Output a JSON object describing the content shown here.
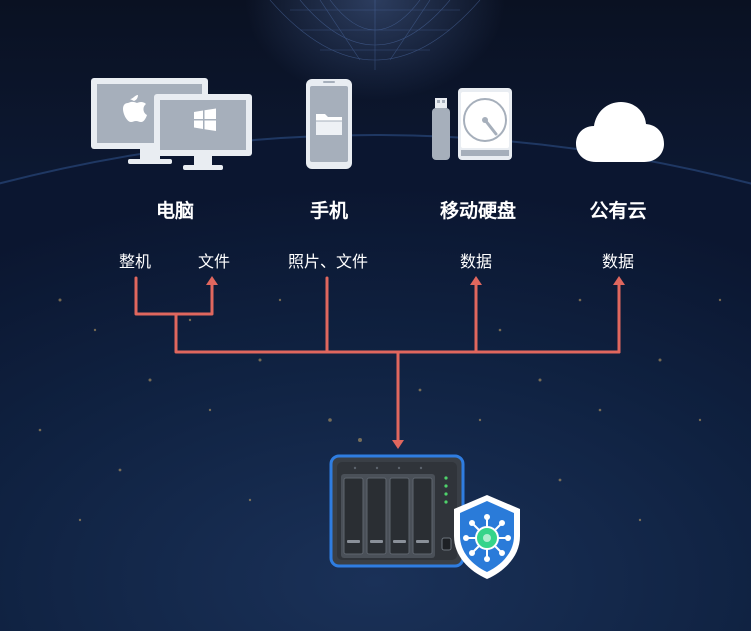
{
  "sources": [
    {
      "name": "电脑",
      "icon": "computer-monitors-icon",
      "items": [
        "整机",
        "文件"
      ]
    },
    {
      "name": "手机",
      "icon": "smartphone-folder-icon",
      "items": [
        "照片、文件"
      ]
    },
    {
      "name": "移动硬盘",
      "icon": "usb-drive-hdd-icon",
      "items": [
        "数据"
      ]
    },
    {
      "name": "公有云",
      "icon": "cloud-icon",
      "items": [
        "数据"
      ]
    }
  ],
  "target": {
    "icon": "nas-server-icon",
    "badge_icon": "shield-virus-icon"
  },
  "colors": {
    "arrow": "#e0675e",
    "nas_border": "#2f7de1",
    "shield": "#2a7bd9",
    "virus": "#35d48a",
    "background": "#0b1630"
  }
}
